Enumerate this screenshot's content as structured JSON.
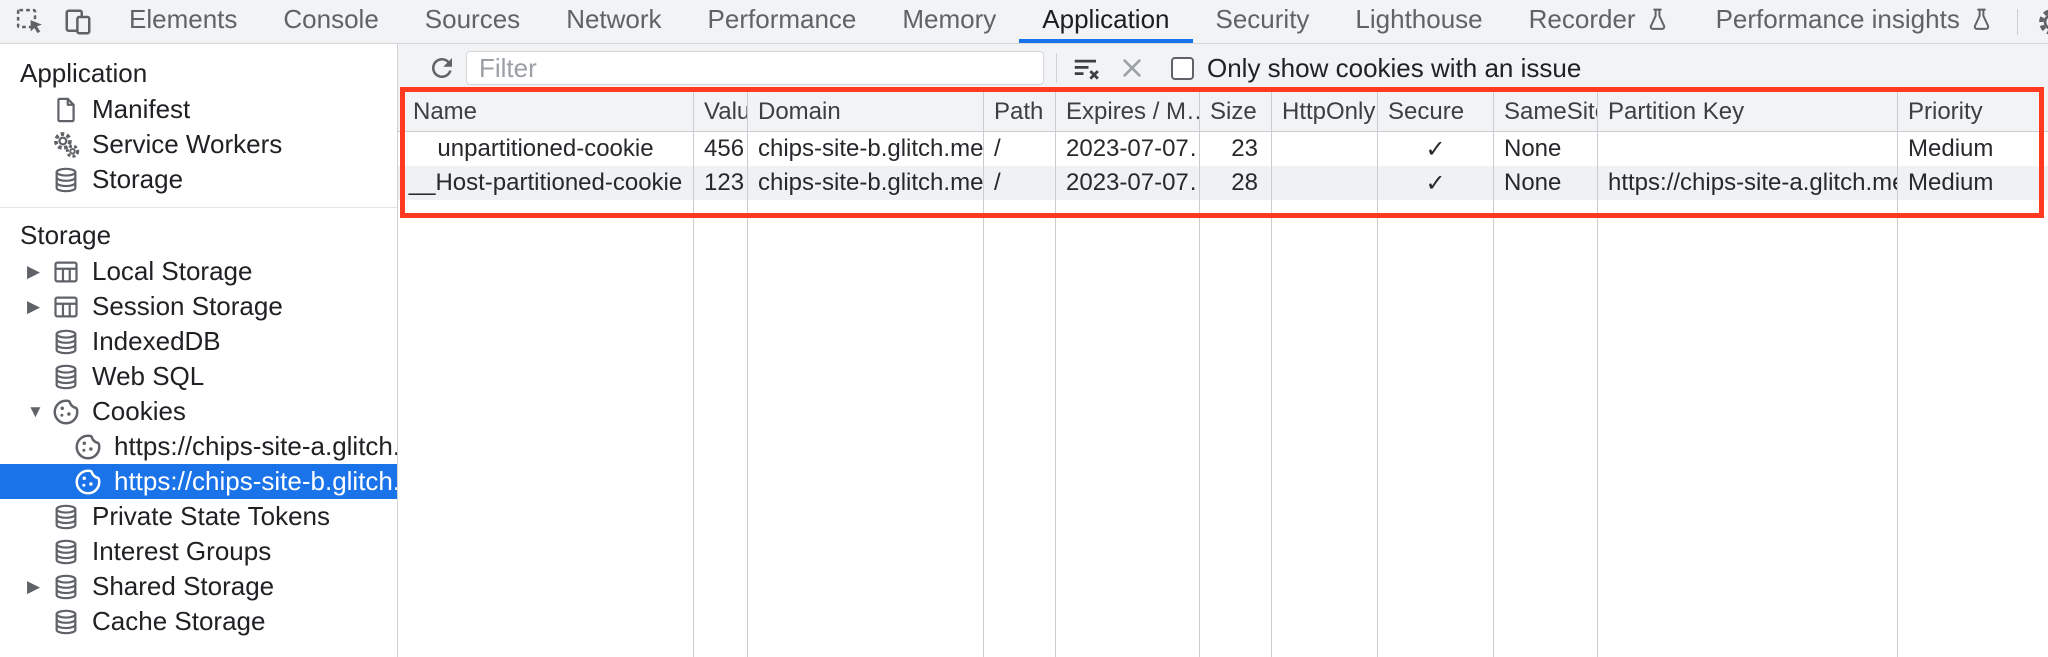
{
  "tabbar": {
    "tabs": [
      {
        "label": "Elements"
      },
      {
        "label": "Console"
      },
      {
        "label": "Sources"
      },
      {
        "label": "Network"
      },
      {
        "label": "Performance"
      },
      {
        "label": "Memory"
      },
      {
        "label": "Application",
        "active": true
      },
      {
        "label": "Security"
      },
      {
        "label": "Lighthouse"
      },
      {
        "label": "Recorder",
        "flask": true
      },
      {
        "label": "Performance insights",
        "flask": true
      }
    ]
  },
  "sidebar": {
    "sections": [
      {
        "title": "Application",
        "items": [
          {
            "label": "Manifest",
            "icon": "file"
          },
          {
            "label": "Service Workers",
            "icon": "gears"
          },
          {
            "label": "Storage",
            "icon": "database"
          }
        ]
      },
      {
        "title": "Storage",
        "items": [
          {
            "label": "Local Storage",
            "icon": "table",
            "expander": "collapsed"
          },
          {
            "label": "Session Storage",
            "icon": "table",
            "expander": "collapsed"
          },
          {
            "label": "IndexedDB",
            "icon": "database"
          },
          {
            "label": "Web SQL",
            "icon": "database"
          },
          {
            "label": "Cookies",
            "icon": "cookie",
            "expander": "expanded"
          },
          {
            "label": "https://chips-site-a.glitch.me",
            "icon": "cookie",
            "level": 2
          },
          {
            "label": "https://chips-site-b.glitch.me",
            "icon": "cookie",
            "level": 2,
            "selected": true
          },
          {
            "label": "Private State Tokens",
            "icon": "database"
          },
          {
            "label": "Interest Groups",
            "icon": "database"
          },
          {
            "label": "Shared Storage",
            "icon": "database",
            "expander": "collapsed"
          },
          {
            "label": "Cache Storage",
            "icon": "database"
          }
        ]
      }
    ]
  },
  "filterbar": {
    "placeholder": "Filter",
    "filter_value": "",
    "checkbox_checked": false,
    "checkbox_label": "Only show cookies with an issue"
  },
  "cookie_table": {
    "columns": [
      "Name",
      "Value",
      "Domain",
      "Path",
      "Expires / M…",
      "Size",
      "HttpOnly",
      "Secure",
      "SameSite",
      "Partition Key",
      "Priority"
    ],
    "rows": [
      [
        "unpartitioned-cookie",
        "456",
        "chips-site-b.glitch.me",
        "/",
        "2023-07-07…",
        "23",
        "",
        "✓",
        "None",
        "",
        "Medium"
      ],
      [
        "__Host-partitioned-cookie",
        "123",
        "chips-site-b.glitch.me",
        "/",
        "2023-07-07…",
        "28",
        "",
        "✓",
        "None",
        "https://chips-site-a.glitch.me",
        "Medium"
      ]
    ]
  },
  "colors": {
    "accent": "#1a73e8",
    "selection_bg": "#1a73e8",
    "highlight_red": "#ff3a21",
    "toolbar_bg": "#f1f3f4",
    "stripe_bg": "#f0f1f3"
  }
}
